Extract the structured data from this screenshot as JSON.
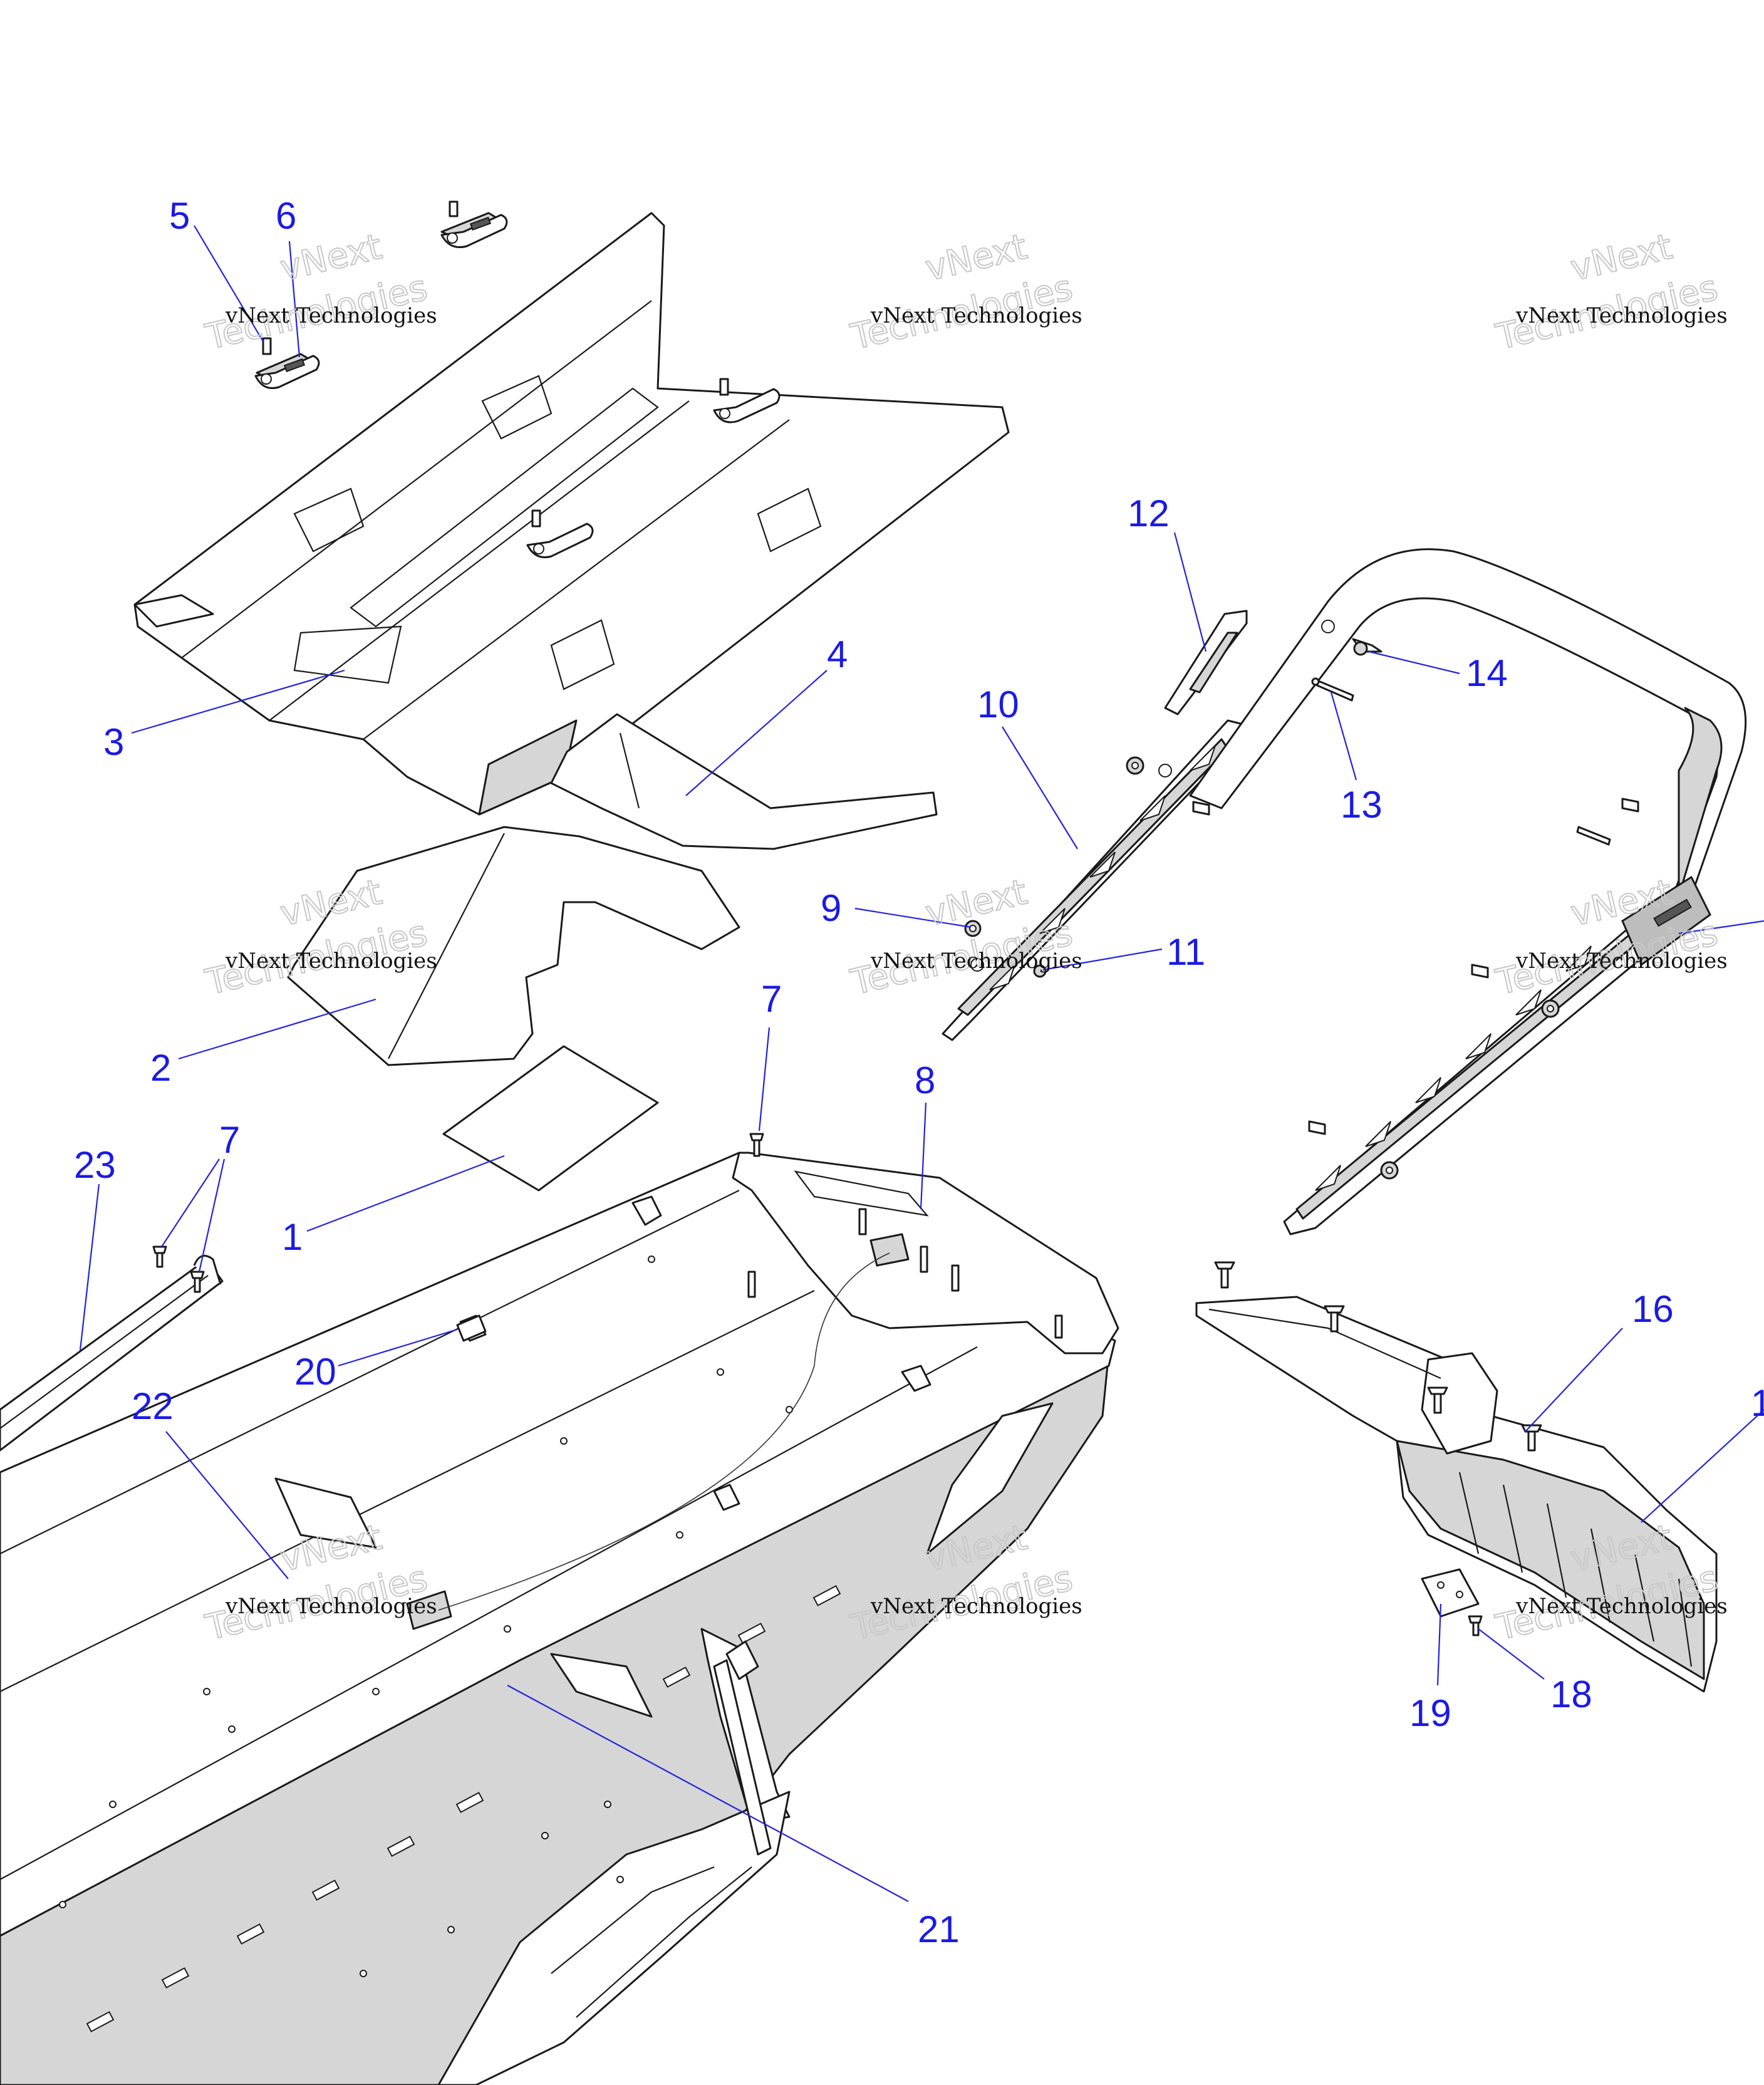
{
  "diagram": {
    "callouts": [
      {
        "label": "5"
      },
      {
        "label": "6"
      },
      {
        "label": "3"
      },
      {
        "label": "4"
      },
      {
        "label": "2"
      },
      {
        "label": "1"
      },
      {
        "label": "12"
      },
      {
        "label": "10"
      },
      {
        "label": "14"
      },
      {
        "label": "13"
      },
      {
        "label": "9"
      },
      {
        "label": "11"
      },
      {
        "label": "7"
      },
      {
        "label": "8"
      },
      {
        "label": "23"
      },
      {
        "label": "7"
      },
      {
        "label": "20"
      },
      {
        "label": "22"
      },
      {
        "label": "16"
      },
      {
        "label": "1"
      },
      {
        "label": "19"
      },
      {
        "label": "18"
      },
      {
        "label": "21"
      }
    ],
    "watermark": {
      "line1": "vNext Technologies",
      "line2": "vNext",
      "line3": "Technologies"
    }
  }
}
